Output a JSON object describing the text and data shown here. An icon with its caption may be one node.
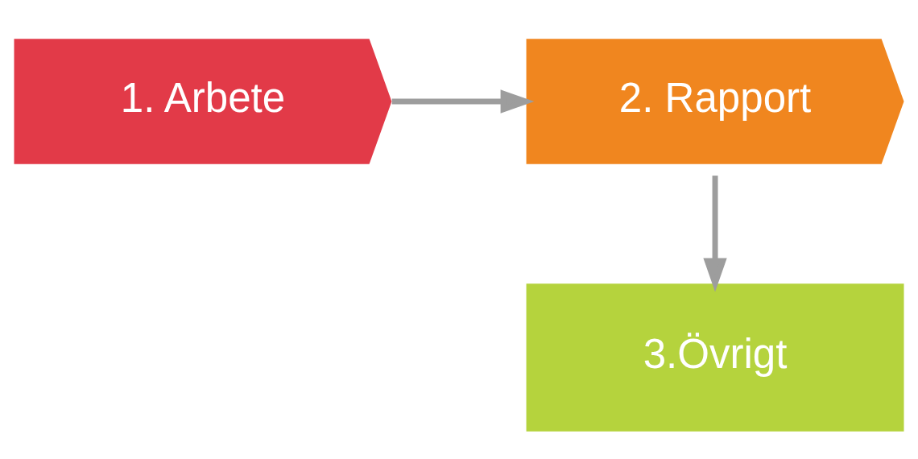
{
  "diagram": {
    "nodes": [
      {
        "text": [
          "1. Arbete"
        ]
      },
      {
        "text": [
          "2. Rapport"
        ]
      },
      {
        "text": [
          "3.Övrigt"
        ]
      }
    ],
    "edges": [
      {
        "from": 0,
        "to": 1,
        "arrow": "to"
      },
      {
        "from": 1,
        "to": 2,
        "arrow": "to"
      }
    ]
  }
}
